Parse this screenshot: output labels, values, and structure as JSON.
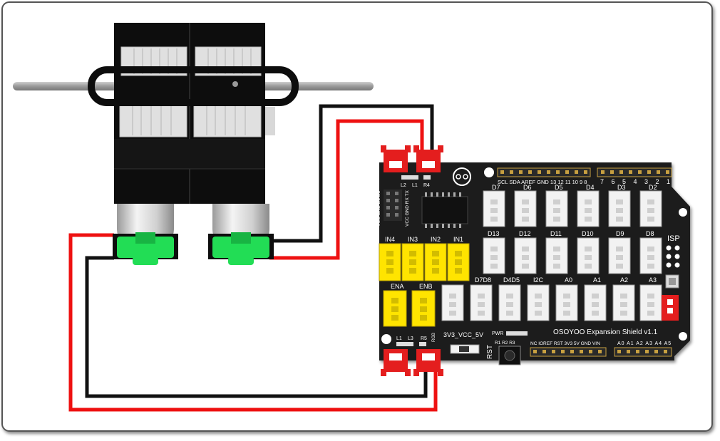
{
  "board": {
    "title": "OSOYOO Expansion Shield v1.1",
    "isp_label": "ISP",
    "rst_label": "RST",
    "jumper_label": "3V3_VCC_5V",
    "pwr_label": "PWR",
    "led_labels_top": [
      "L2",
      "L1",
      "R4"
    ],
    "led_labels_bottom": [
      "L1",
      "L3",
      "R5"
    ],
    "power_row": "NC IOREF RST 3V3 5V GND VIN",
    "analog_row": "A0 A1 A2 A3 A4 A5",
    "digital_header_top": "SCL SDA AREF GND 13 12 11 10 9 8",
    "digital_header_top2": "7 6 5 4 3 2 1 0",
    "left_header": "VCC GND D2 D3",
    "left_header2": "VCC GND RX TX",
    "r_labels": "R1 R2 R3",
    "rgb_label": "RGB",
    "ports_row1": [
      "D7",
      "D6",
      "D5",
      "D4",
      "D3",
      "D2"
    ],
    "ports_row2": [
      "D13",
      "D12",
      "D11",
      "D10",
      "D9",
      "D8"
    ],
    "ports_row3": [
      "D7D8",
      "D4D5",
      "I2C",
      "A0",
      "A1",
      "A2",
      "A3"
    ],
    "inputs": [
      "IN4",
      "IN3",
      "IN2",
      "IN1"
    ],
    "enables": [
      "ENA",
      "ENB"
    ]
  },
  "colors": {
    "wire_red": "#ee1111",
    "wire_black": "#111111",
    "board_black": "#1a1a1a",
    "connector_red": "#e41e1e",
    "connector_yellow": "#ffe400",
    "motor_green": "#22dd55",
    "header_orange": "#c8a040"
  }
}
